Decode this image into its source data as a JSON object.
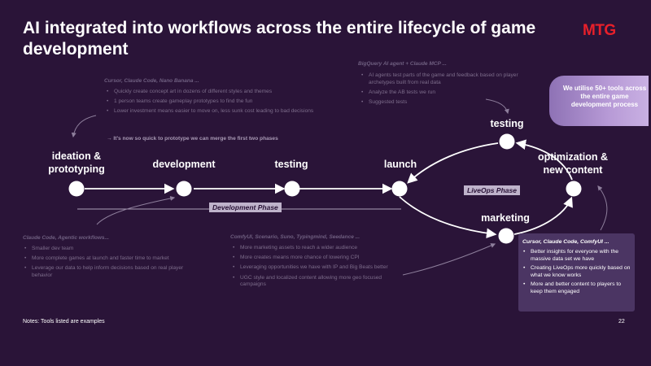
{
  "title": "AI integrated into workflows across the entire lifecycle of game development",
  "logo_text": "MTG",
  "colors": {
    "background": "#2a1438",
    "brand_red": "#e8202a",
    "box_fill": "#4b3563",
    "badge": "#a585c9"
  },
  "stages": {
    "ideation": "ideation &\nprototyping",
    "development": "development",
    "testing1": "testing",
    "launch": "launch",
    "testing2": "testing",
    "optimization": "optimization &\nnew content",
    "marketing": "marketing"
  },
  "phases": {
    "development": "Development Phase",
    "liveops": "LiveOps Phase"
  },
  "ideation_note": {
    "heading": "Cursor, Claude Code, Nano Banana ...",
    "items": [
      "Quickly create concept art in dozens of different styles and themes",
      "1 person teams create gameplay prototypes to find the fun",
      "Lower investment means easier to move on, less sunk cost leading to bad decisions"
    ],
    "arrow_text": "→ It's now so quick to prototype we can merge the first two phases"
  },
  "testing_note": {
    "heading": "BigQuery AI agent + Claude MCP ...",
    "items": [
      "AI agents test parts of the game and feedback based on player archetypes built from real data",
      "Analyze the AB tests we run",
      "Suggested tests"
    ]
  },
  "development_note": {
    "heading": "Claude Code, Agentic workflows...",
    "items": [
      "Smaller dev team",
      "More complete games at launch and faster time to market",
      "Leverage our data to help inform decisions based on real player behavior"
    ]
  },
  "marketing_note": {
    "heading": "ComfyUI, Scenario, Suno, Typingmind, Seedance ...",
    "items": [
      "More marketing assets to reach a wider audience",
      "More creates means more chance of lowering CPI",
      "Leveraging opportunities we have with IP and Big Beats better",
      "UGC style and localized content allowing more geo focused campaigns"
    ]
  },
  "badge": "We utilise 50+ tools across the entire game development process",
  "liveops_box": {
    "heading": "Cursor, Claude Code, ComfyUI ...",
    "items": [
      "Better insights for everyone with the massive data set we have",
      "Creating LiveOps more quickly based on what we know works",
      "More and better content to players to keep them engaged"
    ]
  },
  "footnote": "Notes: Tools listed are examples",
  "page_number": "22"
}
